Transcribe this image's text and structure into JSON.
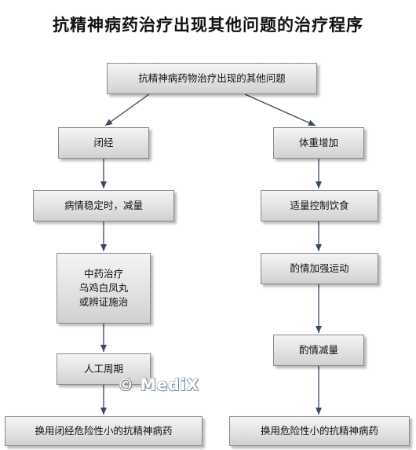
{
  "title": "抗精神病药治疗出现其他问题的治疗程序",
  "nodes": {
    "root": "抗精神病药物治疗出现的其他问题",
    "amenorrhea": "闭经",
    "stable_reduce": "病情稳定时，减量",
    "tcm_lines": [
      "中药治疗",
      "乌鸡白凤丸",
      "或辨证施治"
    ],
    "artificial_cycle": "人工周期",
    "switch_left": "换用闭经危险性小的抗精神病药",
    "weight_gain": "体重增加",
    "diet_control": "适量控制饮食",
    "exercise": "酌情加强运动",
    "reduce_dose": "酌情减量",
    "switch_right": "换用危险性小的抗精神病药"
  },
  "watermark": "© MediX"
}
